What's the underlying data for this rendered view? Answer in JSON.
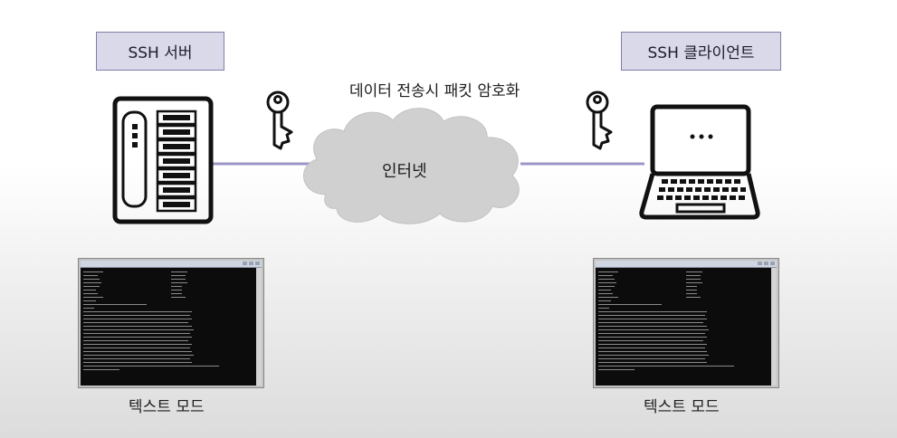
{
  "server_label": "SSH 서버",
  "client_label": "SSH 클라이언트",
  "encrypt_caption": "데이터 전송시 패킷 암호화",
  "internet_caption": "인터넷",
  "mode_captions": [
    "텍스트 모드",
    "텍스트 모드"
  ],
  "colors": {
    "label_bg": "#d9d9ea",
    "label_border": "#7d7fa8",
    "link_line": "#9a96c6",
    "cloud_fill": "#d0d0d0",
    "icon_stroke": "#111111"
  },
  "icons": [
    "server-icon",
    "key-icon",
    "cloud-icon",
    "laptop-icon",
    "terminal-window"
  ]
}
